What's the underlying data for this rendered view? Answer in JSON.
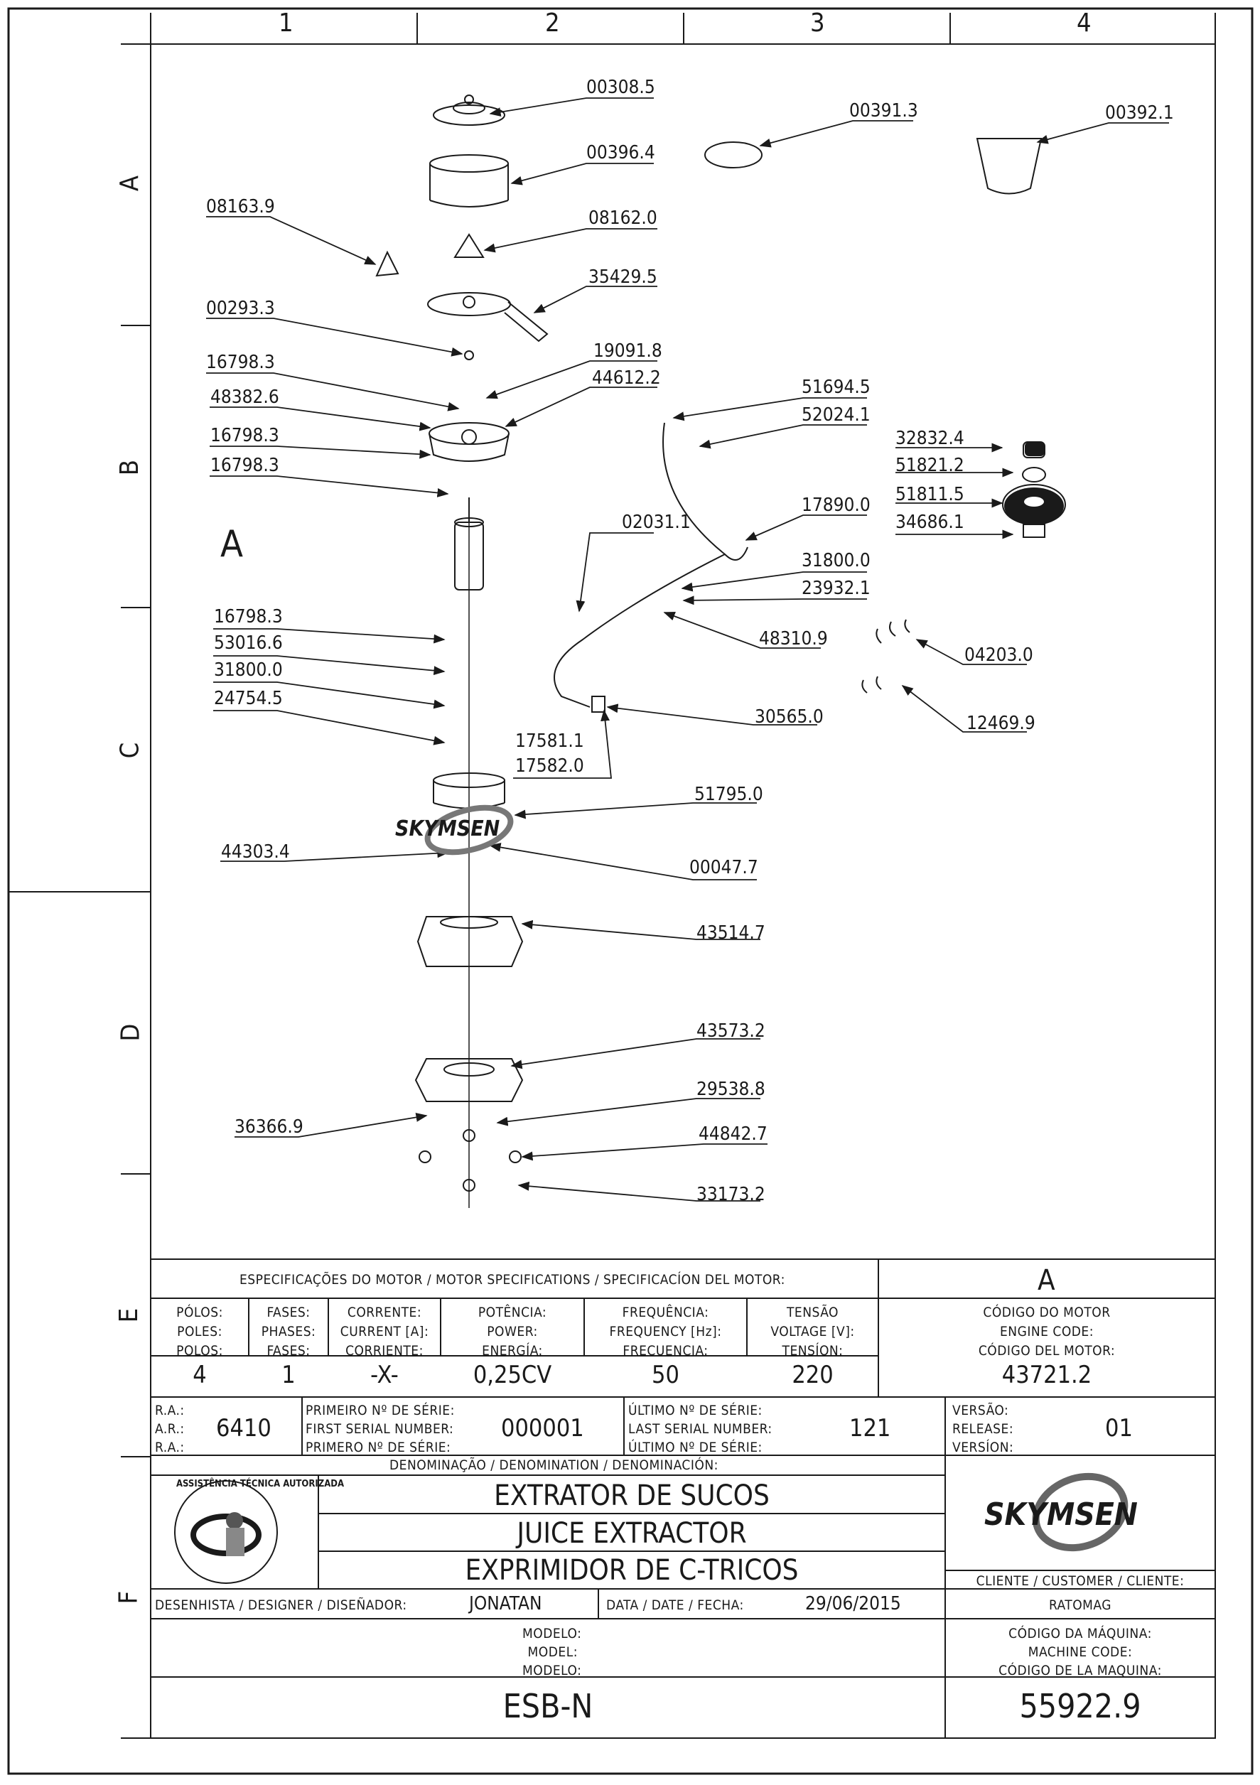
{
  "grid": {
    "columns": [
      "1",
      "2",
      "3",
      "4"
    ],
    "rows": [
      "A",
      "B",
      "C",
      "D",
      "E",
      "F"
    ]
  },
  "parts": [
    {
      "id": "p1",
      "code": "00308.5"
    },
    {
      "id": "p2",
      "code": "00396.4"
    },
    {
      "id": "p3",
      "code": "08163.9"
    },
    {
      "id": "p4",
      "code": "08162.0"
    },
    {
      "id": "p5",
      "code": "35429.5"
    },
    {
      "id": "p6",
      "code": "00293.3"
    },
    {
      "id": "p7",
      "code": "16798.3"
    },
    {
      "id": "p8",
      "code": "19091.8"
    },
    {
      "id": "p9",
      "code": "44612.2"
    },
    {
      "id": "p10",
      "code": "48382.6"
    },
    {
      "id": "p11",
      "code": "16798.3"
    },
    {
      "id": "p12",
      "code": "16798.3"
    },
    {
      "id": "p13",
      "code": "00391.3"
    },
    {
      "id": "p14",
      "code": "00392.1"
    },
    {
      "id": "p15",
      "code": "51694.5"
    },
    {
      "id": "p16",
      "code": "52024.1"
    },
    {
      "id": "p17",
      "code": "32832.4"
    },
    {
      "id": "p18",
      "code": "51821.2"
    },
    {
      "id": "p19",
      "code": "51811.5"
    },
    {
      "id": "p20",
      "code": "34686.1"
    },
    {
      "id": "p21",
      "code": "17890.0"
    },
    {
      "id": "p22",
      "code": "02031.1"
    },
    {
      "id": "p23",
      "code": "31800.0"
    },
    {
      "id": "p24",
      "code": "23932.1"
    },
    {
      "id": "p25",
      "code": "48310.9"
    },
    {
      "id": "p26",
      "code": "04203.0"
    },
    {
      "id": "p27",
      "code": "12469.9"
    },
    {
      "id": "p28",
      "code": "30565.0"
    },
    {
      "id": "p29",
      "code": "16798.3"
    },
    {
      "id": "p30",
      "code": "53016.6"
    },
    {
      "id": "p31",
      "code": "31800.0"
    },
    {
      "id": "p32",
      "code": "24754.5"
    },
    {
      "id": "p33",
      "code": "17581.1"
    },
    {
      "id": "p34",
      "code": "17582.0"
    },
    {
      "id": "p35",
      "code": "51795.0"
    },
    {
      "id": "p36",
      "code": "44303.4"
    },
    {
      "id": "p37",
      "code": "00047.7"
    },
    {
      "id": "p38",
      "code": "43514.7"
    },
    {
      "id": "p39",
      "code": "43573.2"
    },
    {
      "id": "p40",
      "code": "29538.8"
    },
    {
      "id": "p41",
      "code": "36366.9"
    },
    {
      "id": "p42",
      "code": "44842.7"
    },
    {
      "id": "p43",
      "code": "33173.2"
    }
  ],
  "motor_ref": "A",
  "brand": "SKYMSEN",
  "motor": {
    "header": "ESPECIFICAÇÕES DO MOTOR / MOTOR SPECIFICATIONS / SPECIFICACÍON DEL MOTOR:",
    "ref": "A",
    "columns": [
      {
        "l1": "PÓLOS:",
        "l2": "POLES:",
        "l3": "POLOS:",
        "value": "4"
      },
      {
        "l1": "FASES:",
        "l2": "PHASES:",
        "l3": "FASES:",
        "value": "1"
      },
      {
        "l1": "CORRENTE:",
        "l2": "CURRENT [A]:",
        "l3": "CORRIENTE:",
        "value": "-X-"
      },
      {
        "l1": "POTÊNCIA:",
        "l2": "POWER:",
        "l3": "ENERGÍA:",
        "value": "0,25CV"
      },
      {
        "l1": "FREQUÊNCIA:",
        "l2": "FREQUENCY [Hz]:",
        "l3": "FRECUENCIA:",
        "value": "50"
      },
      {
        "l1": "TENSÃO",
        "l2": "VOLTAGE [V]:",
        "l3": "TENSÍON:",
        "value": "220"
      },
      {
        "l1": "CÓDIGO DO MOTOR",
        "l2": "ENGINE CODE:",
        "l3": "CÓDIGO DEL MOTOR:",
        "value": "43721.2"
      }
    ]
  },
  "serials": {
    "ra_labels": [
      "R.A.:",
      "A.R.:",
      "R.A.:"
    ],
    "ra_value": "6410",
    "first_labels": [
      "PRIMEIRO Nº DE SÉRIE:",
      "FIRST SERIAL NUMBER:",
      "PRIMERO Nº DE SÉRIE:"
    ],
    "first_value": "000001",
    "last_labels": [
      "ÚLTIMO Nº DE SÉRIE:",
      "LAST SERIAL NUMBER:",
      "ÚLTIMO Nº DE SÉRIE:"
    ],
    "last_value": "121",
    "version_labels": [
      "VERSÃO:",
      "RELEASE:",
      "VERSÍON:"
    ],
    "version_value": "01"
  },
  "denomination": {
    "header": "DENOMINAÇÃO / DENOMINATION / DENOMINACIÓN:",
    "lines": [
      "EXTRATOR DE SUCOS",
      "JUICE EXTRACTOR",
      "EXPRIMIDOR DE C-TRICOS"
    ]
  },
  "seal": {
    "text": "ASSISTÊNCIA TÉCNICA AUTORIZADA"
  },
  "client": {
    "label": "CLIENTE / CUSTOMER / CLIENTE:",
    "value": "RATOMAG"
  },
  "designer": {
    "label": "DESENHISTA / DESIGNER / DISEÑADOR:",
    "value": "JONATAN"
  },
  "date": {
    "label": "DATA / DATE / FECHA:",
    "value": "29/06/2015"
  },
  "model": {
    "labels": [
      "MODELO:",
      "MODEL:",
      "MODELO:"
    ],
    "value": "ESB-N"
  },
  "machine_code": {
    "labels": [
      "CÓDIGO DA MÁQUINA:",
      "MACHINE CODE:",
      "CÓDIGO DE LA MAQUINA:"
    ],
    "value": "55922.9"
  }
}
